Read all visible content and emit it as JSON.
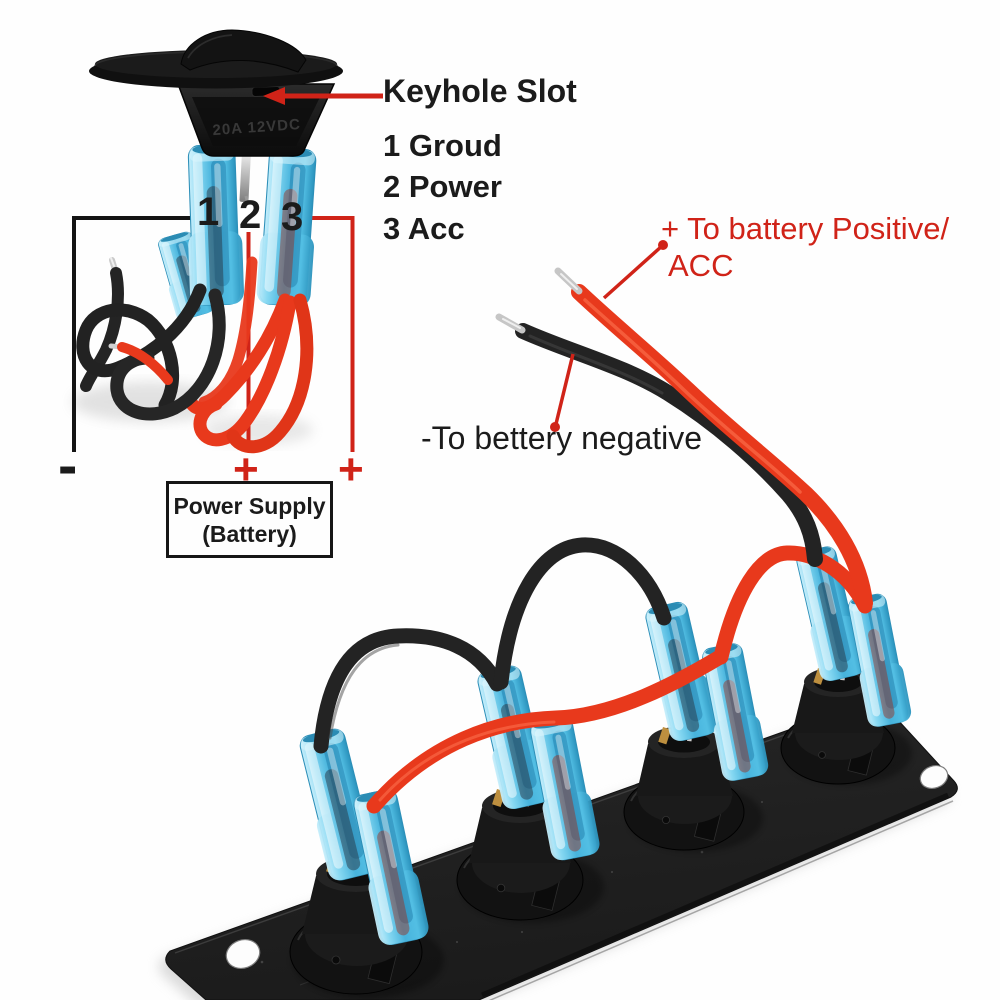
{
  "colors": {
    "background": "#fefefe",
    "annotation_red": "#d02318",
    "text_black": "#1b1b1b",
    "wire_red": "#e8391c",
    "wire_black": "#232323",
    "connector_blue": "#4cb6de",
    "panel_black": "#212121"
  },
  "switch_diagram": {
    "keyhole_label": "Keyhole Slot",
    "legend": [
      "1 Groud",
      "2 Power",
      "3 Acc"
    ],
    "terminal_numbers": [
      "1",
      "2",
      "3"
    ],
    "switch_marking": "20A 12VDC",
    "minus_symbol": "-",
    "plus_symbol": "+",
    "power_supply_line1": "Power Supply",
    "power_supply_line2": "(Battery)"
  },
  "battery_labels": {
    "positive_line1": "+ To battery Positive/",
    "positive_line2": "ACC",
    "negative": "-To bettery negative"
  },
  "panel": {
    "socket_count": 4
  }
}
